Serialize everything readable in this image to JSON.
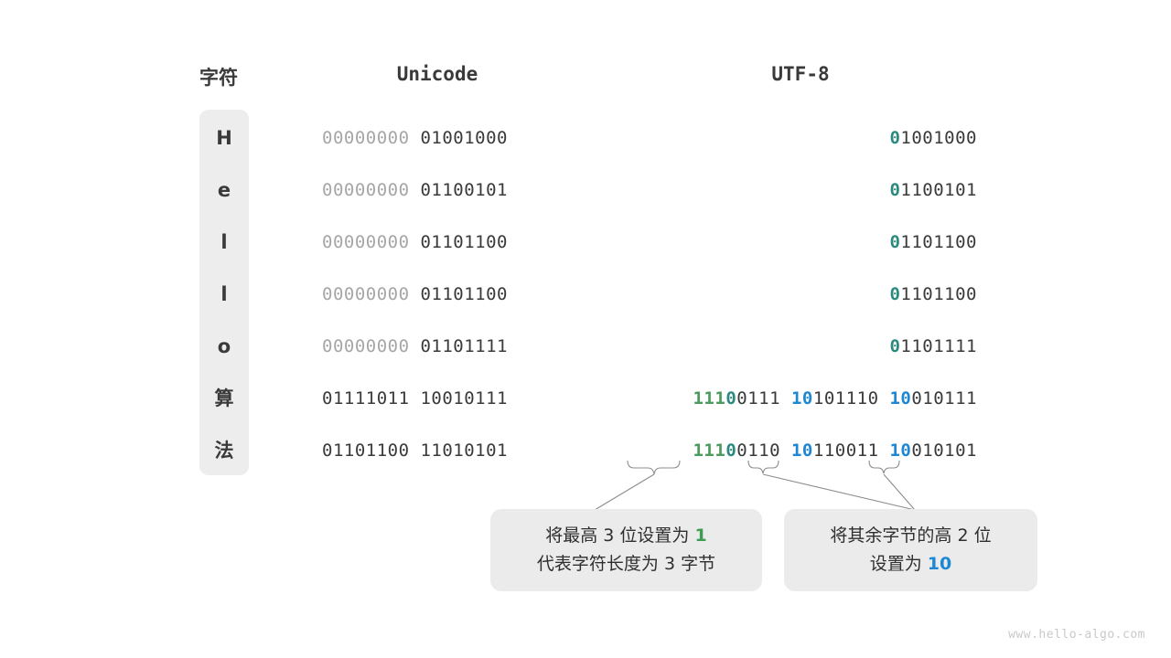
{
  "headers": {
    "char": "字符",
    "unicode": "Unicode",
    "utf8": "UTF-8"
  },
  "rows": [
    {
      "char": "H",
      "unicode": [
        {
          "text": "00000000",
          "style": "dim"
        },
        {
          "text": " ",
          "style": "dark"
        },
        {
          "text": "01001000",
          "style": "dark"
        }
      ],
      "utf8": [
        {
          "text": "0",
          "style": "teal"
        },
        {
          "text": "1001000",
          "style": "dark"
        }
      ]
    },
    {
      "char": "e",
      "unicode": [
        {
          "text": "00000000",
          "style": "dim"
        },
        {
          "text": " ",
          "style": "dark"
        },
        {
          "text": "01100101",
          "style": "dark"
        }
      ],
      "utf8": [
        {
          "text": "0",
          "style": "teal"
        },
        {
          "text": "1100101",
          "style": "dark"
        }
      ]
    },
    {
      "char": "l",
      "unicode": [
        {
          "text": "00000000",
          "style": "dim"
        },
        {
          "text": " ",
          "style": "dark"
        },
        {
          "text": "01101100",
          "style": "dark"
        }
      ],
      "utf8": [
        {
          "text": "0",
          "style": "teal"
        },
        {
          "text": "1101100",
          "style": "dark"
        }
      ]
    },
    {
      "char": "l",
      "unicode": [
        {
          "text": "00000000",
          "style": "dim"
        },
        {
          "text": " ",
          "style": "dark"
        },
        {
          "text": "01101100",
          "style": "dark"
        }
      ],
      "utf8": [
        {
          "text": "0",
          "style": "teal"
        },
        {
          "text": "1101100",
          "style": "dark"
        }
      ]
    },
    {
      "char": "o",
      "unicode": [
        {
          "text": "00000000",
          "style": "dim"
        },
        {
          "text": " ",
          "style": "dark"
        },
        {
          "text": "01101111",
          "style": "dark"
        }
      ],
      "utf8": [
        {
          "text": "0",
          "style": "teal"
        },
        {
          "text": "1101111",
          "style": "dark"
        }
      ]
    },
    {
      "char": "算",
      "unicode": [
        {
          "text": "01111011",
          "style": "dark"
        },
        {
          "text": " ",
          "style": "dark"
        },
        {
          "text": "10010111",
          "style": "dark"
        }
      ],
      "utf8": [
        {
          "text": "111",
          "style": "green"
        },
        {
          "text": "0",
          "style": "teal"
        },
        {
          "text": "0111",
          "style": "dark"
        },
        {
          "text": " ",
          "style": "dark"
        },
        {
          "text": "10",
          "style": "blue"
        },
        {
          "text": "101110",
          "style": "dark"
        },
        {
          "text": " ",
          "style": "dark"
        },
        {
          "text": "10",
          "style": "blue"
        },
        {
          "text": "010111",
          "style": "dark"
        }
      ]
    },
    {
      "char": "法",
      "unicode": [
        {
          "text": "01101100",
          "style": "dark"
        },
        {
          "text": " ",
          "style": "dark"
        },
        {
          "text": "11010101",
          "style": "dark"
        }
      ],
      "utf8": [
        {
          "text": "111",
          "style": "green"
        },
        {
          "text": "0",
          "style": "teal"
        },
        {
          "text": "0110",
          "style": "dark"
        },
        {
          "text": " ",
          "style": "dark"
        },
        {
          "text": "10",
          "style": "blue"
        },
        {
          "text": "110011",
          "style": "dark"
        },
        {
          "text": " ",
          "style": "dark"
        },
        {
          "text": "10",
          "style": "blue"
        },
        {
          "text": "010101",
          "style": "dark"
        }
      ]
    }
  ],
  "callouts": [
    {
      "id": "callout-1",
      "lines": [
        [
          {
            "text": "将最高 3 位设置为 ",
            "style": "plain"
          },
          {
            "text": "1",
            "style": "green"
          }
        ],
        [
          {
            "text": "代表字符长度为 3 字节",
            "style": "plain"
          }
        ]
      ]
    },
    {
      "id": "callout-2",
      "lines": [
        [
          {
            "text": "将其余字节的高 2 位",
            "style": "plain"
          }
        ],
        [
          {
            "text": "设置为 ",
            "style": "plain"
          },
          {
            "text": "10",
            "style": "blue"
          }
        ]
      ]
    }
  ],
  "watermark": "www.hello-algo.com",
  "colors": {
    "green": "#4a9b5c",
    "teal": "#2b8a7e",
    "blue": "#1d87d4",
    "dark": "#3a3a3a",
    "dim": "#a6a6a6",
    "pill_bg": "#ededed",
    "callout_bg": "#ebebeb",
    "connector": "#8c8c8c"
  }
}
